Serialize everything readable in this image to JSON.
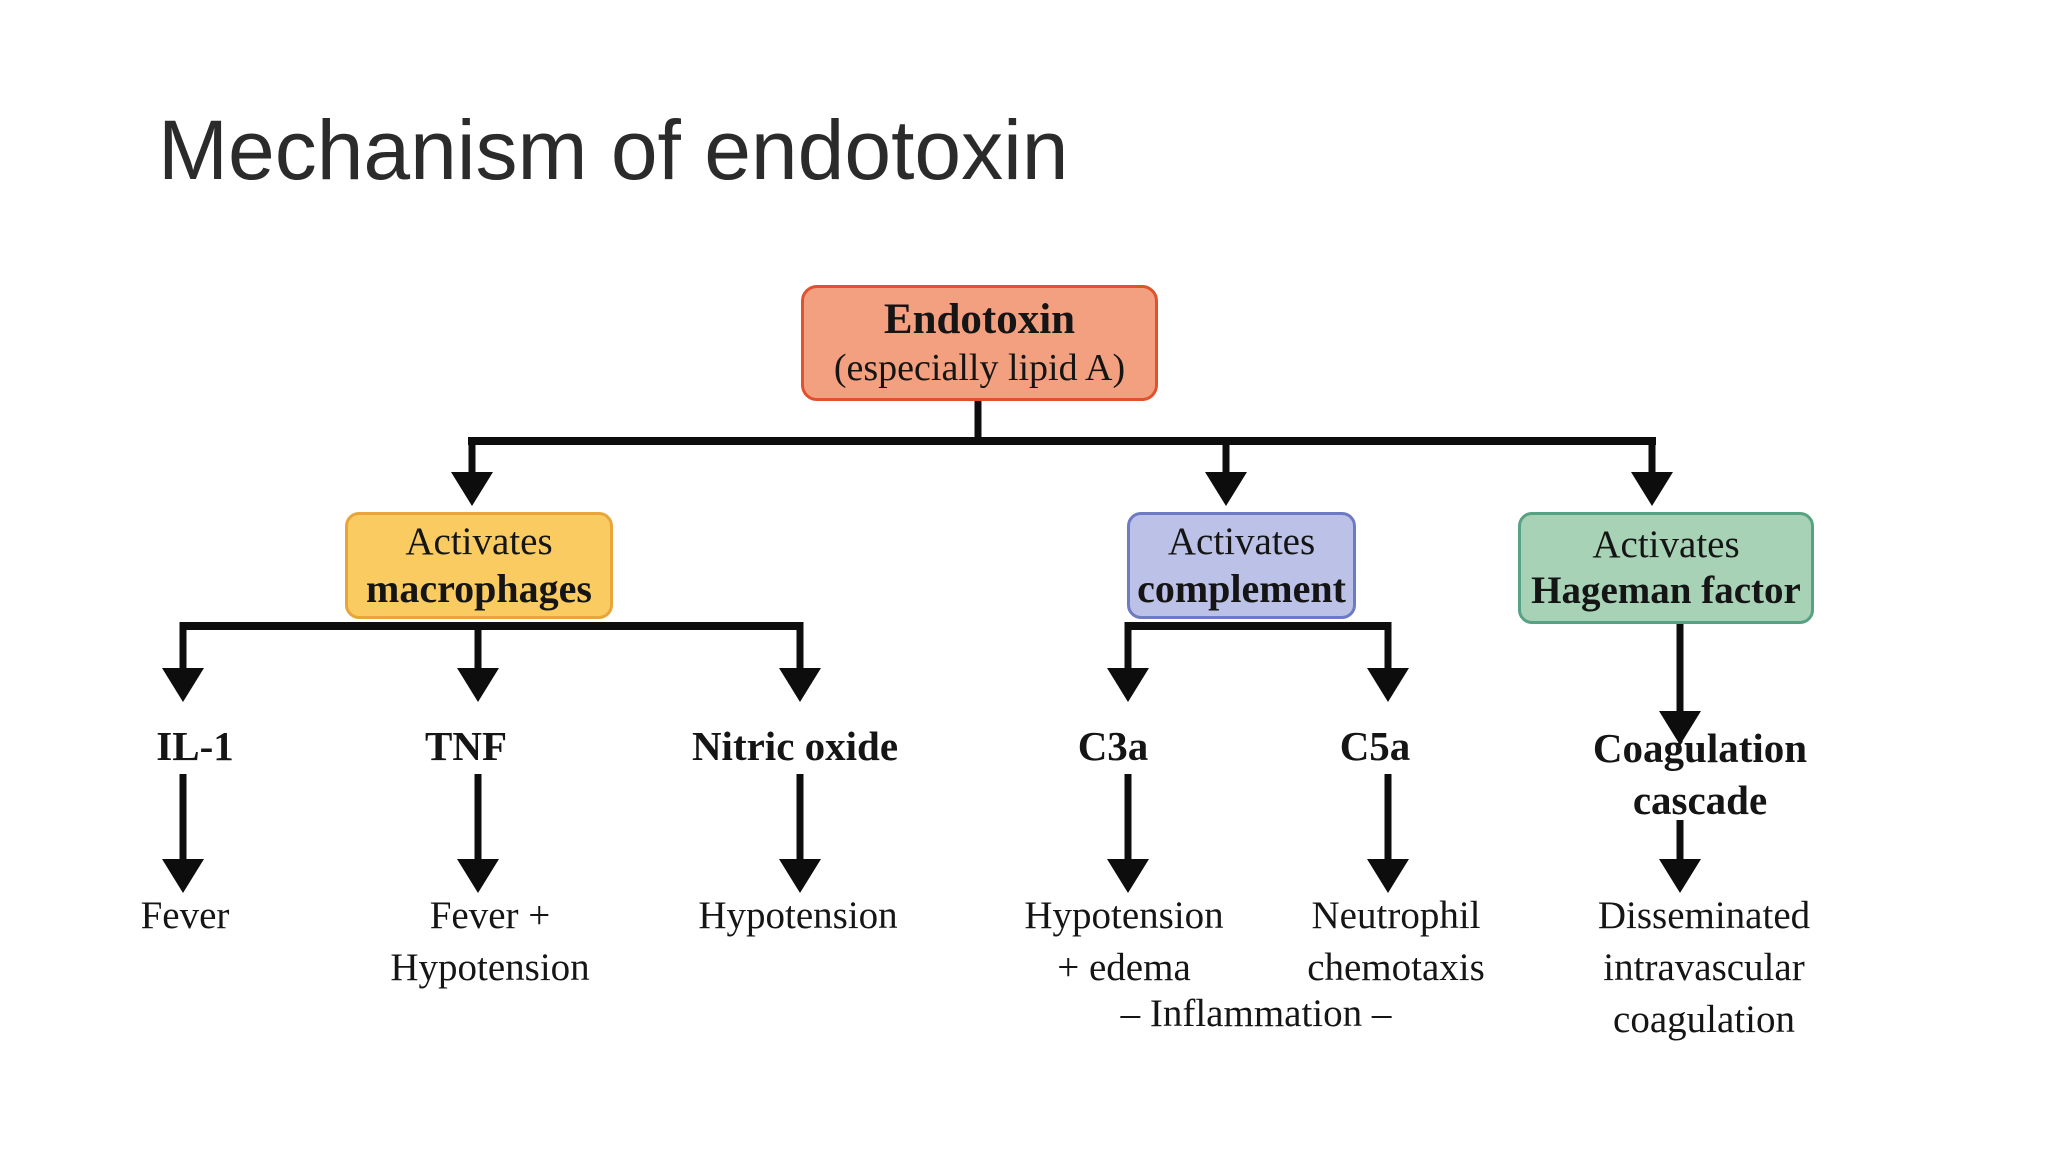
{
  "title": "Mechanism of endotoxin",
  "colors": {
    "background": "#ffffff",
    "title_text": "#2b2b2b",
    "diagram_text": "#151515",
    "arrow": "#0d0d0d",
    "endotoxin_fill": "#f2a07f",
    "endotoxin_border": "#e2512e",
    "macrophages_fill": "#facb60",
    "macrophages_border": "#e8a53c",
    "complement_fill": "#bcc1e8",
    "complement_border": "#6e7ac3",
    "hageman_fill": "#a7d2b5",
    "hageman_border": "#57a283"
  },
  "boxes": {
    "endotoxin": {
      "line1": "Endotoxin",
      "line2": "(especially lipid A)"
    },
    "macrophages": {
      "line1": "Activates",
      "line2": "macrophages"
    },
    "complement": {
      "line1": "Activates",
      "line2": "complement"
    },
    "hageman": {
      "line1": "Activates",
      "line2": "Hageman factor"
    }
  },
  "mediators": {
    "il1": "IL-1",
    "tnf": "TNF",
    "nitric_oxide": "Nitric oxide",
    "c3a": "C3a",
    "c5a": "C5a",
    "coagulation_cascade": {
      "line1": "Coagulation",
      "line2": "cascade"
    }
  },
  "effects": {
    "fever": "Fever",
    "fever_hypotension": {
      "line1": "Fever +",
      "line2": "Hypotension"
    },
    "hypotension": "Hypotension",
    "hypotension_edema": {
      "line1": "Hypotension",
      "line2": "+ edema"
    },
    "neutrophil_chemotaxis": {
      "line1": "Neutrophil",
      "line2": "chemotaxis"
    },
    "disseminated_intravascular_coagulation": {
      "line1": "Disseminated",
      "line2": "intravascular",
      "line3": "coagulation"
    },
    "inflammation": "– Inflammation –"
  }
}
